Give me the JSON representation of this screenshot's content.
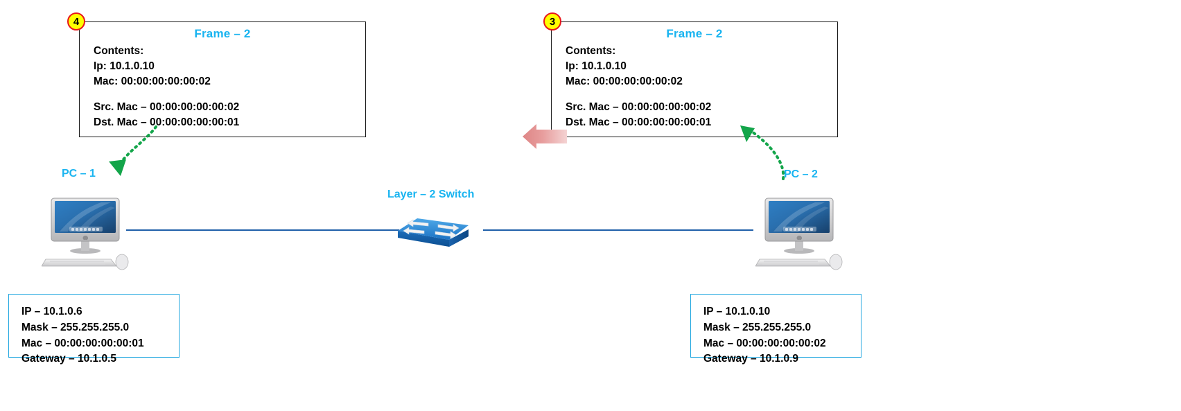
{
  "diagram": {
    "title": "Layer 2 switch frame forwarding",
    "colors": {
      "accent_cyan": "#19b4f0",
      "marker_fill": "#ffff00",
      "marker_border": "#e8161a",
      "link_blue": "#1f5fa9",
      "arrow_green": "#13a54a",
      "arrow_pink": "#e8a0a0",
      "info_border": "#24a8e0"
    }
  },
  "markers": [
    {
      "id": "marker-4",
      "label": "4"
    },
    {
      "id": "marker-3",
      "label": "3"
    }
  ],
  "frames": [
    {
      "id": "frame-left",
      "title": "Frame – 2",
      "lines": [
        "Contents:",
        "Ip: 10.1.0.10",
        "Mac: 00:00:00:00:00:02"
      ],
      "lines2": [
        "Src. Mac – 00:00:00:00:00:02",
        "Dst. Mac – 00:00:00:00:00:01"
      ]
    },
    {
      "id": "frame-right",
      "title": "Frame – 2",
      "lines": [
        "Contents:",
        "Ip: 10.1.0.10",
        "Mac: 00:00:00:00:00:02"
      ],
      "lines2": [
        "Src. Mac – 00:00:00:00:00:02",
        "Dst. Mac – 00:00:00:00:00:01"
      ]
    }
  ],
  "labels": {
    "pc1": "PC – 1",
    "pc2": "PC – 2",
    "switch": "Layer – 2 Switch"
  },
  "info_boxes": [
    {
      "id": "info-pc1",
      "lines": [
        "IP – 10.1.0.6",
        "Mask – 255.255.255.0",
        "Mac – 00:00:00:00:00:01",
        "Gateway – 10.1.0.5"
      ]
    },
    {
      "id": "info-pc2",
      "lines": [
        "IP – 10.1.0.10",
        "Mask – 255.255.255.0",
        "Mac – 00:00:00:00:00:02",
        "Gateway – 10.1.0.9"
      ]
    }
  ]
}
